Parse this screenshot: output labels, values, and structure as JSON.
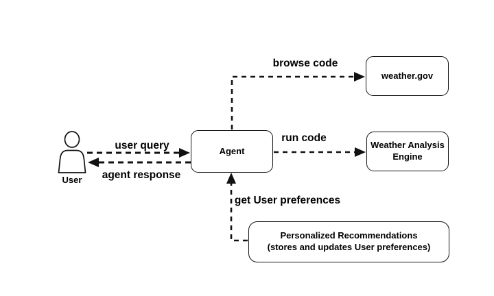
{
  "diagram": {
    "nodes": {
      "user": {
        "label": "User",
        "type": "actor"
      },
      "agent": {
        "label": "Agent"
      },
      "weather_gov": {
        "label": "weather.gov"
      },
      "weather_analysis": {
        "line1": "Weather Analysis",
        "line2": "Engine"
      },
      "personalized_recs": {
        "line1": "Personalized Recommendations",
        "line2": "(stores and updates User preferences)"
      }
    },
    "edges": {
      "user_query": {
        "label": "user query",
        "from": "User",
        "to": "Agent",
        "style": "dashed"
      },
      "agent_response": {
        "label": "agent response",
        "from": "Agent",
        "to": "User",
        "style": "dashed"
      },
      "browse_code": {
        "label": "browse code",
        "from": "Agent",
        "to": "weather.gov",
        "style": "dashed"
      },
      "run_code": {
        "label": "run code",
        "from": "Agent",
        "to": "Weather Analysis Engine",
        "style": "dashed"
      },
      "get_user_preferences": {
        "label": "get User preferences",
        "from": "Personalized Recommendations",
        "to": "Agent",
        "style": "dashed"
      }
    },
    "colors": {
      "stroke": "#111111",
      "background": "#ffffff",
      "text": "#000000"
    }
  }
}
